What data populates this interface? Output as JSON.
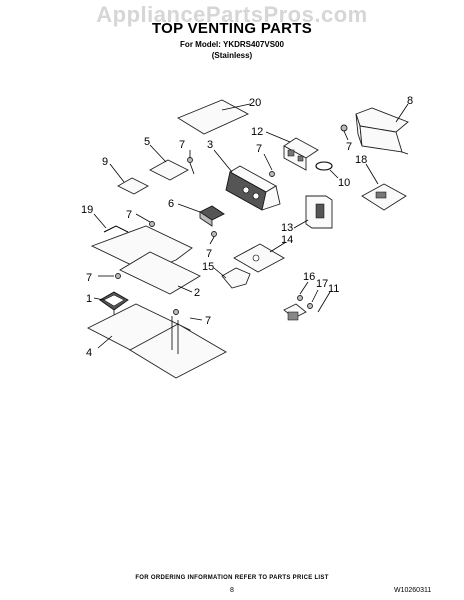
{
  "watermark": "AppliancePartsPros.com",
  "header": {
    "title": "TOP VENTING PARTS",
    "model": "For Model: YKDRS407VS00",
    "variant": "(Stainless)"
  },
  "callouts": [
    "20",
    "8",
    "5",
    "7",
    "3",
    "12",
    "7",
    "7",
    "9",
    "10",
    "18",
    "6",
    "19",
    "7",
    "13",
    "14",
    "7",
    "15",
    "7",
    "16",
    "17",
    "11",
    "2",
    "1",
    "7",
    "4"
  ],
  "footer": {
    "note": "FOR ORDERING INFORMATION REFER TO PARTS PRICE LIST",
    "page": "8",
    "doc_number": "W10260311"
  }
}
